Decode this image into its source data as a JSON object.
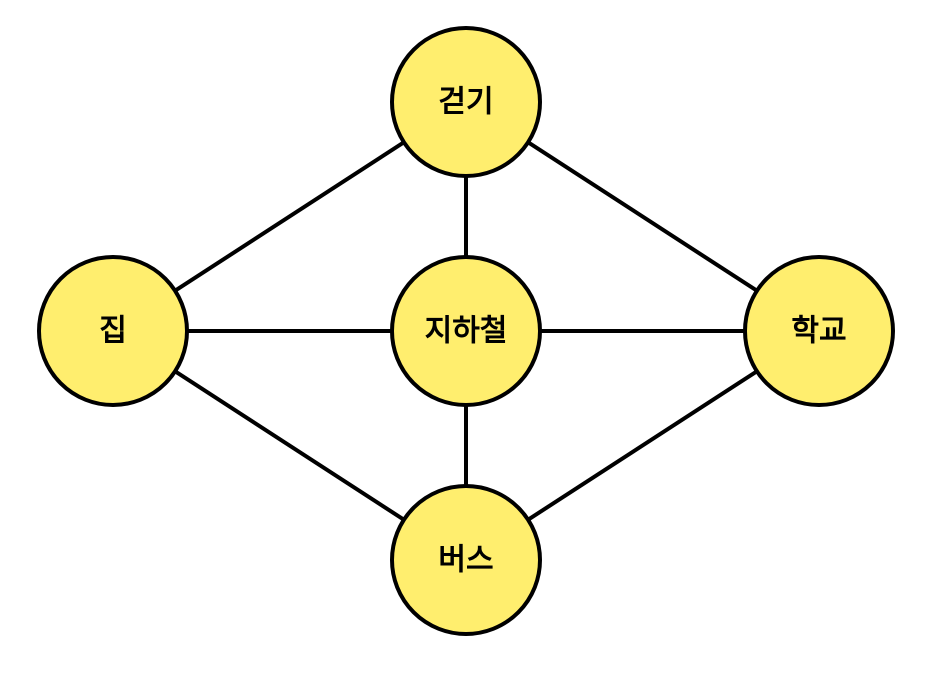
{
  "colors": {
    "node_fill": "#FFEE6E",
    "stroke": "#000000",
    "background": "#FFFFFF"
  },
  "nodes": [
    {
      "id": "home",
      "label": "집"
    },
    {
      "id": "walk",
      "label": "걷기"
    },
    {
      "id": "subway",
      "label": "지하철"
    },
    {
      "id": "bus",
      "label": "버스"
    },
    {
      "id": "school",
      "label": "학교"
    }
  ],
  "edges": [
    {
      "from": "home",
      "to": "walk"
    },
    {
      "from": "home",
      "to": "subway"
    },
    {
      "from": "home",
      "to": "bus"
    },
    {
      "from": "walk",
      "to": "subway"
    },
    {
      "from": "walk",
      "to": "school"
    },
    {
      "from": "subway",
      "to": "bus"
    },
    {
      "from": "subway",
      "to": "school"
    },
    {
      "from": "bus",
      "to": "school"
    }
  ]
}
